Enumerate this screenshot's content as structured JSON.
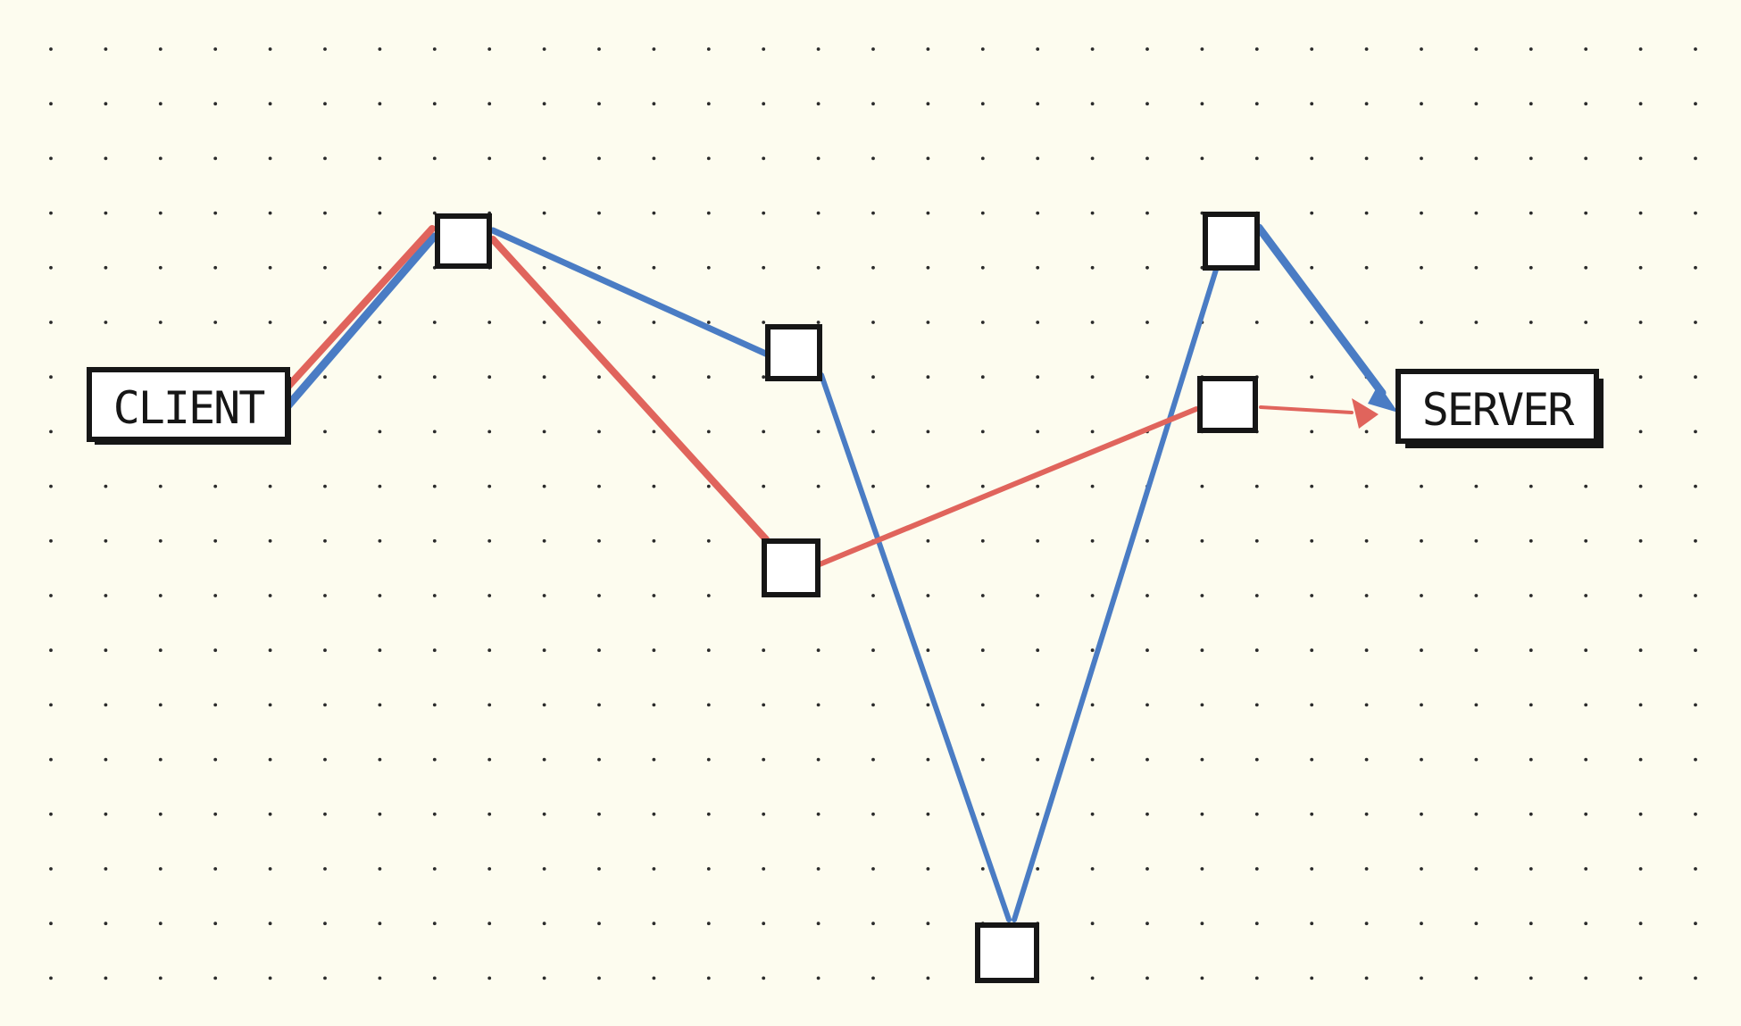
{
  "diagram": {
    "endpoints": {
      "client": {
        "label": "CLIENT"
      },
      "server": {
        "label": "SERVER"
      }
    },
    "nodes": [
      {
        "id": "n1"
      },
      {
        "id": "n2"
      },
      {
        "id": "n3"
      },
      {
        "id": "n4"
      },
      {
        "id": "n5"
      },
      {
        "id": "n6"
      }
    ],
    "paths": [
      {
        "color": "#4a7cc4",
        "route": [
          "client",
          "n1",
          "n2",
          "n4",
          "n5",
          "server"
        ]
      },
      {
        "color": "#e0645c",
        "route": [
          "client",
          "n1",
          "n3",
          "n6",
          "server"
        ]
      }
    ],
    "colors": {
      "paper": "#fdfcef",
      "ink": "#161616",
      "dot": "#2b2b2b",
      "blue": "#4a7cc4",
      "red": "#e0645c"
    }
  }
}
